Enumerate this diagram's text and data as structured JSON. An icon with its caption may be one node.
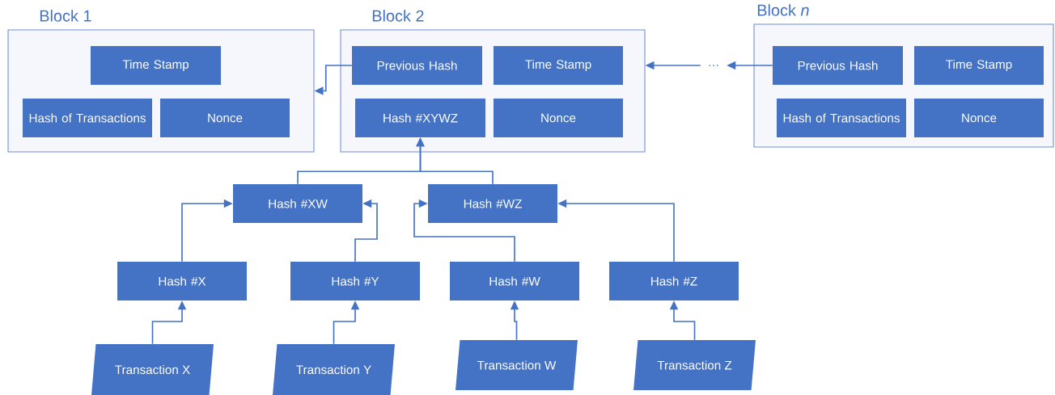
{
  "diagram": {
    "nodes": [
      {
        "text": [
          "Block 1"
        ]
      },
      {
        "text": [
          "Time Stamp"
        ],
        "in": 0
      },
      {
        "text": [
          "Hash of Transactions"
        ],
        "in": 0
      },
      {
        "text": [
          "Nonce"
        ],
        "in": 0
      },
      {
        "text": [
          "Block 2"
        ]
      },
      {
        "text": [
          "Previous Hash"
        ],
        "in": 4
      },
      {
        "text": [
          "Time Stamp"
        ],
        "in": 4
      },
      {
        "text": [
          "Hash #XYWZ"
        ],
        "in": 4
      },
      {
        "text": [
          "Nonce"
        ],
        "in": 4
      },
      {
        "text": [
          "…"
        ]
      },
      {
        "text": [
          "Block *n*"
        ]
      },
      {
        "text": [
          "Previous Hash"
        ],
        "in": 10
      },
      {
        "text": [
          "Time Stamp"
        ],
        "in": 10
      },
      {
        "text": [
          "Hash of Transactions"
        ],
        "in": 10
      },
      {
        "text": [
          "Nonce"
        ],
        "in": 10
      },
      {
        "text": [
          "Hash #XW"
        ]
      },
      {
        "text": [
          "Hash #WZ"
        ]
      },
      {
        "text": [
          "Hash #X"
        ]
      },
      {
        "text": [
          "Hash #Y"
        ]
      },
      {
        "text": [
          "Hash #W"
        ]
      },
      {
        "text": [
          "Hash #Z"
        ]
      },
      {
        "text": [
          "Transaction X"
        ]
      },
      {
        "text": [
          "Transaction Y"
        ]
      },
      {
        "text": [
          "Transaction W"
        ]
      },
      {
        "text": [
          "Transaction Z"
        ]
      }
    ],
    "edges": [
      {
        "from": 5,
        "to": 0,
        "arrow": "to"
      },
      {
        "from": 11,
        "to": 9,
        "arrow": "to"
      },
      {
        "from": 9,
        "to": 4,
        "arrow": "to"
      },
      {
        "from": 15,
        "to": 7,
        "arrow": "to"
      },
      {
        "from": 16,
        "to": 7,
        "arrow": "to"
      },
      {
        "from": 17,
        "to": 15,
        "arrow": "to"
      },
      {
        "from": 18,
        "to": 15,
        "arrow": "to"
      },
      {
        "from": 19,
        "to": 16,
        "arrow": "to"
      },
      {
        "from": 20,
        "to": 16,
        "arrow": "to"
      },
      {
        "from": 21,
        "to": 17,
        "arrow": "to"
      },
      {
        "from": 22,
        "to": 18,
        "arrow": "to"
      },
      {
        "from": 23,
        "to": 19,
        "arrow": "to"
      },
      {
        "from": 24,
        "to": 20,
        "arrow": "to"
      }
    ]
  }
}
